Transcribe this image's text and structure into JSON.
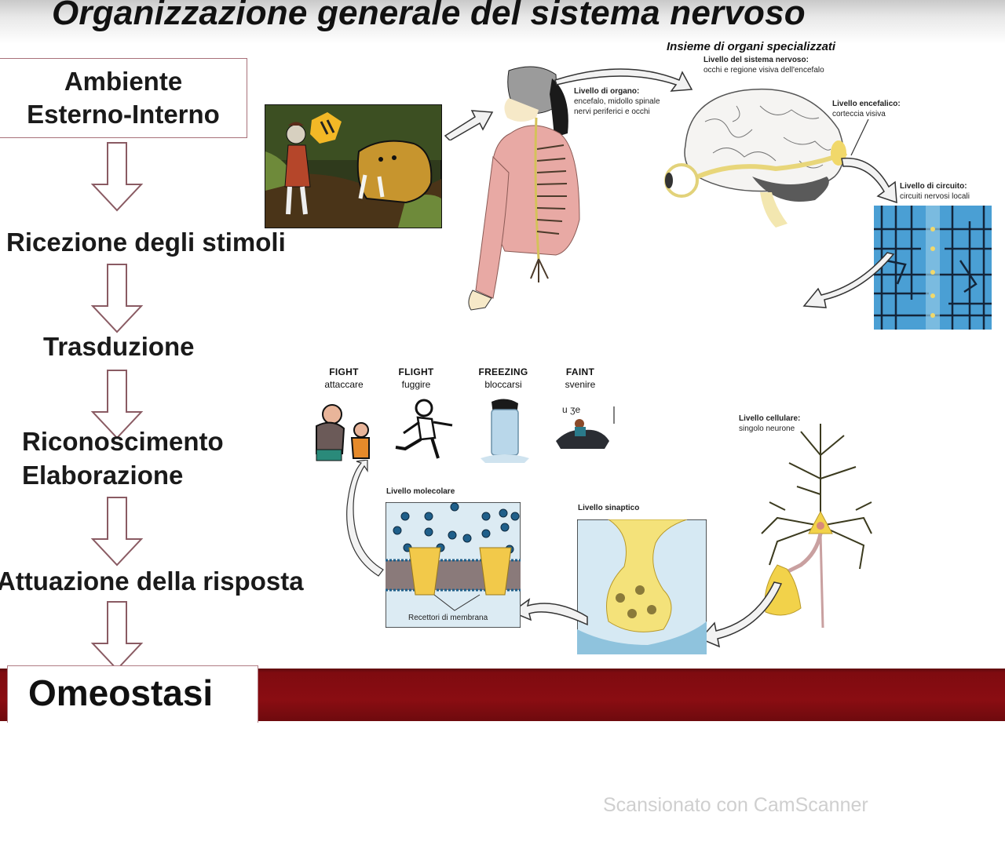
{
  "title": "Organizzazione generale del sistema nervoso",
  "flow": {
    "box": {
      "line1": "Ambiente",
      "line2": "Esterno-Interno"
    },
    "steps": [
      "Ricezione degli stimoli",
      "Trasduzione",
      "Riconoscimento",
      "Elaborazione",
      "Attuazione della risposta"
    ],
    "final": "Omeostasi"
  },
  "illustrations": {
    "caveman_scene": {
      "desc": "caveman-and-sabertooth-cartoon"
    },
    "organs_caption": "Insieme di organi specializzati",
    "system_level": {
      "title": "Livello del sistema nervoso:",
      "desc": "occhi e regione visiva dell'encefalo"
    },
    "organ_level": {
      "title": "Livello di organo:",
      "desc1": "encefalo, midollo spinale",
      "desc2": "nervi periferici e occhi"
    },
    "brain_level": {
      "title": "Livello encefalico:",
      "desc": "corteccia visiva"
    },
    "circuit_level": {
      "title": "Livello di circuito:",
      "desc": "circuiti nervosi locali"
    },
    "cell_level": {
      "title": "Livello cellulare:",
      "desc": "singolo neurone"
    },
    "synaptic_level": {
      "title": "Livello sinaptico"
    },
    "molecular_level": {
      "title": "Livello molecolare",
      "receptors": "Recettori di membrana"
    }
  },
  "responses": [
    {
      "en": "FIGHT",
      "it": "attaccare"
    },
    {
      "en": "FLIGHT",
      "it": "fuggire"
    },
    {
      "en": "FREEZING",
      "it": "bloccarsi"
    },
    {
      "en": "FAINT",
      "it": "svenire"
    }
  ],
  "colors": {
    "accent_red": "#7f0b10",
    "arrow_outline": "#8a5b63",
    "circuit_blue": "#4a9fd4",
    "neuron_yellow": "#f2d24a"
  },
  "watermark": "Scansionato con CamScanner"
}
